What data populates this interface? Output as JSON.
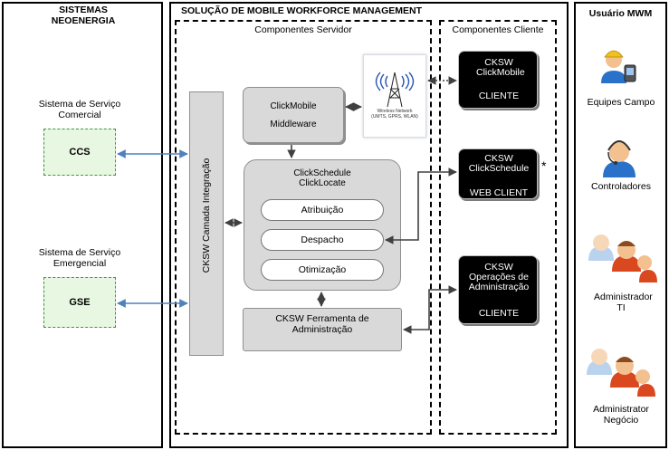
{
  "left_panel": {
    "title": "SISTEMAS NEOENERGIA",
    "sistema_comercial": "Sistema de Serviço Comercial",
    "ccs": "CCS",
    "sistema_emergencial": "Sistema de Serviço Emergencial",
    "gse": "GSE"
  },
  "middle_panel": {
    "title": "SOLUÇÃO DE MOBILE WORKFORCE MANAGEMENT",
    "server": {
      "title": "Componentes Servidor",
      "integration_layer": "CKSW Camada Integração",
      "middleware": "ClickMobile Middleware",
      "wireless_caption": "Wireless Network (UMTS, GPRS, WLAN)",
      "schedule_title": "ClickSchedule ClickLocate",
      "modules": [
        "Atribuição",
        "Despacho",
        "Otimização"
      ],
      "admin_tool": "CKSW Ferramenta de Administração"
    },
    "client": {
      "title": "Componentes Cliente",
      "clickmobile": "CKSW ClickMobile",
      "clickmobile_sub": "CLIENTE",
      "clickschedule": "CKSW ClickSchedule",
      "clickschedule_sub": "WEB CLIENT",
      "asterisk": "*",
      "admin_ops": "CKSW Operações de Administração",
      "admin_ops_sub": "CLIENTE"
    }
  },
  "right_panel": {
    "title": "Usuário MWM",
    "users": [
      "Equipes Campo",
      "Controladores",
      "Administrador TI",
      "Administrator Negócio"
    ]
  },
  "colors": {
    "connector_blue": "#4f81bd",
    "green_fill": "#e8f7e1",
    "grey_fill": "#d9d9d9"
  }
}
